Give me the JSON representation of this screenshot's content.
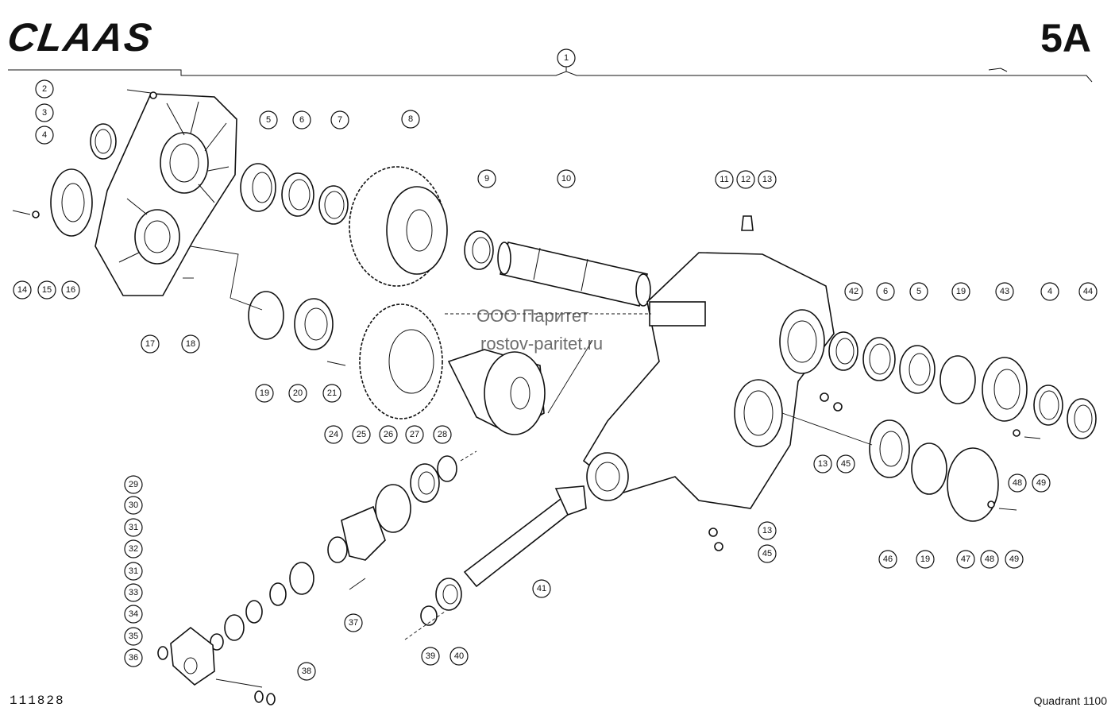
{
  "header": {
    "brand_logo_text": "CLAAS",
    "sheet_number": "5A"
  },
  "footer": {
    "drawing_number": "111828",
    "model": "Quadrant 1100"
  },
  "watermark": {
    "line1": "ООО Паритет",
    "line2": "rostov-paritet.ru"
  },
  "callouts": [
    {
      "id": "c1",
      "label": "1"
    },
    {
      "id": "c2",
      "label": "2"
    },
    {
      "id": "c3",
      "label": "3"
    },
    {
      "id": "c4a",
      "label": "4"
    },
    {
      "id": "c5a",
      "label": "5"
    },
    {
      "id": "c6a",
      "label": "6"
    },
    {
      "id": "c7",
      "label": "7"
    },
    {
      "id": "c8",
      "label": "8"
    },
    {
      "id": "c9",
      "label": "9"
    },
    {
      "id": "c10",
      "label": "10"
    },
    {
      "id": "c11",
      "label": "11"
    },
    {
      "id": "c12",
      "label": "12"
    },
    {
      "id": "c13a",
      "label": "13"
    },
    {
      "id": "c14",
      "label": "14"
    },
    {
      "id": "c15",
      "label": "15"
    },
    {
      "id": "c16",
      "label": "16"
    },
    {
      "id": "c17",
      "label": "17"
    },
    {
      "id": "c18",
      "label": "18"
    },
    {
      "id": "c19a",
      "label": "19"
    },
    {
      "id": "c20",
      "label": "20"
    },
    {
      "id": "c21",
      "label": "21"
    },
    {
      "id": "c42",
      "label": "42"
    },
    {
      "id": "c6b",
      "label": "6"
    },
    {
      "id": "c5b",
      "label": "5"
    },
    {
      "id": "c19b",
      "label": "19"
    },
    {
      "id": "c43",
      "label": "43"
    },
    {
      "id": "c4b",
      "label": "4"
    },
    {
      "id": "c44",
      "label": "44"
    },
    {
      "id": "c24",
      "label": "24"
    },
    {
      "id": "c25",
      "label": "25"
    },
    {
      "id": "c26",
      "label": "26"
    },
    {
      "id": "c27",
      "label": "27"
    },
    {
      "id": "c28",
      "label": "28"
    },
    {
      "id": "c13b",
      "label": "13"
    },
    {
      "id": "c45a",
      "label": "45"
    },
    {
      "id": "c48a",
      "label": "48"
    },
    {
      "id": "c49a",
      "label": "49"
    },
    {
      "id": "c29",
      "label": "29"
    },
    {
      "id": "c30",
      "label": "30"
    },
    {
      "id": "c31a",
      "label": "31"
    },
    {
      "id": "c32",
      "label": "32"
    },
    {
      "id": "c31b",
      "label": "31"
    },
    {
      "id": "c33",
      "label": "33"
    },
    {
      "id": "c34",
      "label": "34"
    },
    {
      "id": "c35",
      "label": "35"
    },
    {
      "id": "c36",
      "label": "36"
    },
    {
      "id": "c13c",
      "label": "13"
    },
    {
      "id": "c45b",
      "label": "45"
    },
    {
      "id": "c46",
      "label": "46"
    },
    {
      "id": "c19c",
      "label": "19"
    },
    {
      "id": "c47",
      "label": "47"
    },
    {
      "id": "c48b",
      "label": "48"
    },
    {
      "id": "c49b",
      "label": "49"
    },
    {
      "id": "c37",
      "label": "37"
    },
    {
      "id": "c41",
      "label": "41"
    },
    {
      "id": "c39",
      "label": "39"
    },
    {
      "id": "c40",
      "label": "40"
    },
    {
      "id": "c38",
      "label": "38"
    }
  ]
}
